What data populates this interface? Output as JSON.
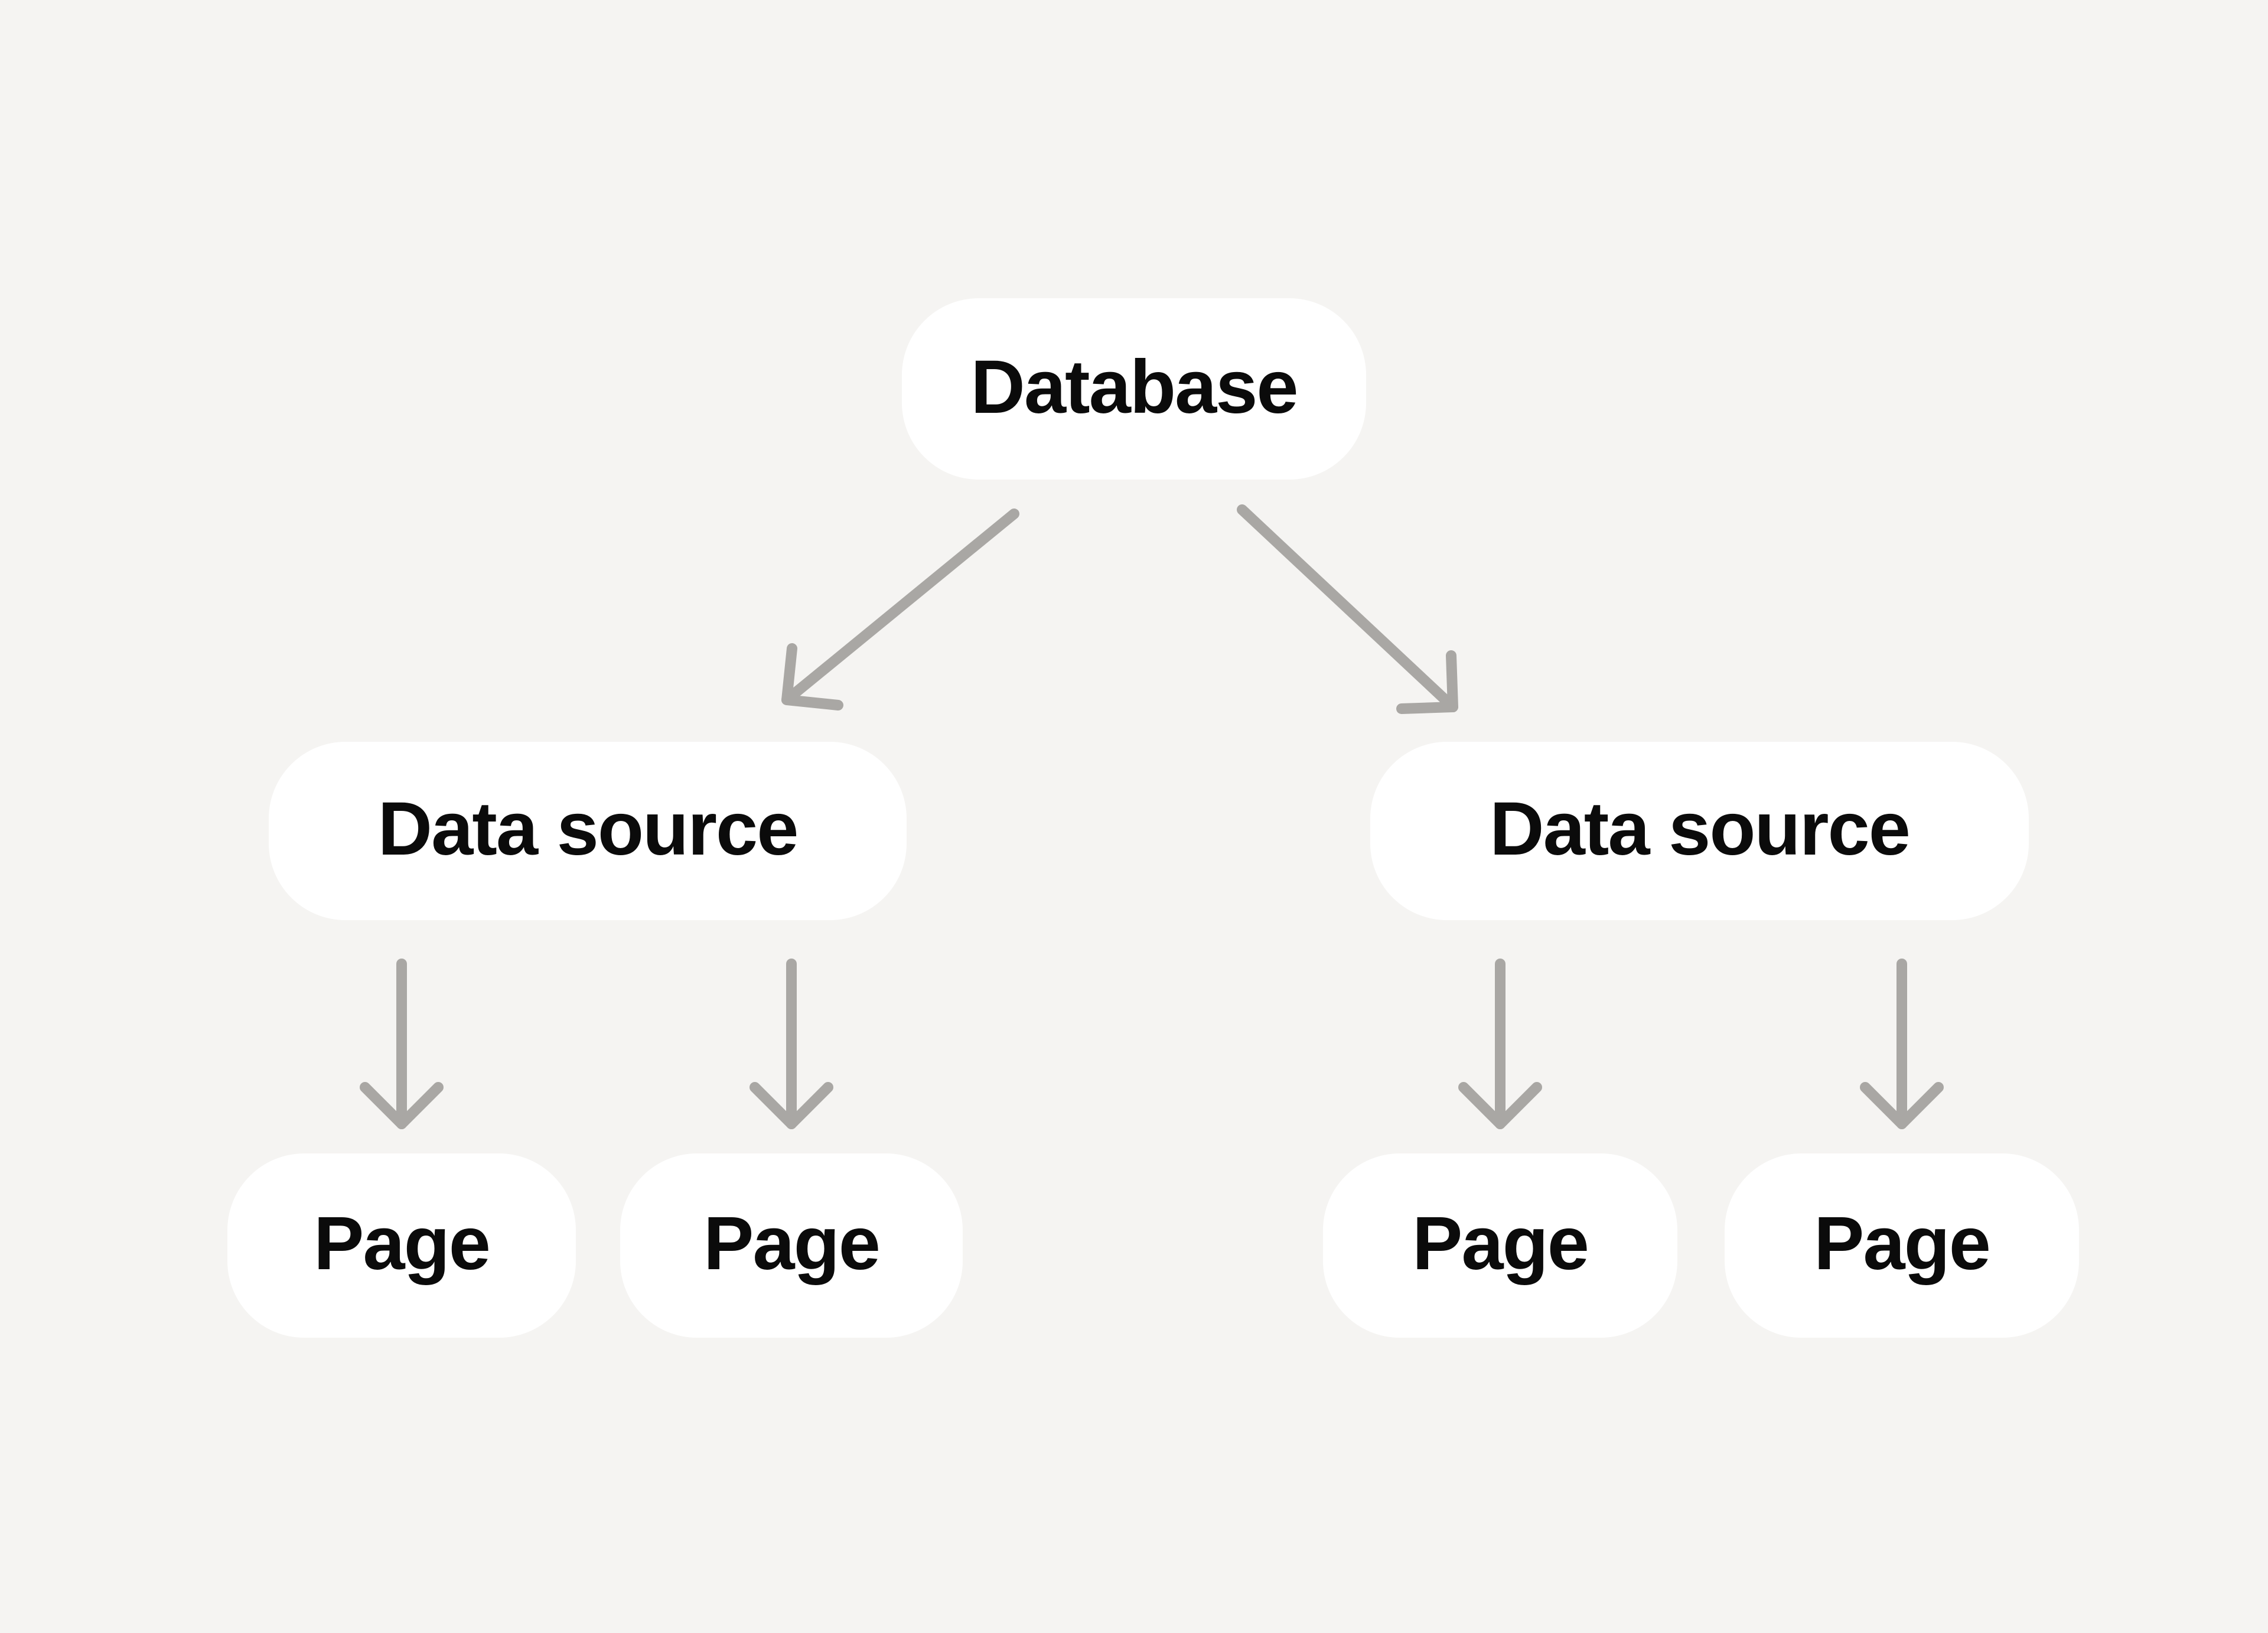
{
  "diagram": {
    "type": "tree",
    "nodes": [
      {
        "id": "database",
        "label": "Database",
        "level": 0
      },
      {
        "id": "datasource-left",
        "label": "Data source",
        "level": 1
      },
      {
        "id": "datasource-right",
        "label": "Data source",
        "level": 1
      },
      {
        "id": "page-1",
        "label": "Page",
        "level": 2
      },
      {
        "id": "page-2",
        "label": "Page",
        "level": 2
      },
      {
        "id": "page-3",
        "label": "Page",
        "level": 2
      },
      {
        "id": "page-4",
        "label": "Page",
        "level": 2
      }
    ],
    "edges": [
      {
        "from": "database",
        "to": "datasource-left"
      },
      {
        "from": "database",
        "to": "datasource-right"
      },
      {
        "from": "datasource-left",
        "to": "page-1"
      },
      {
        "from": "datasource-left",
        "to": "page-2"
      },
      {
        "from": "datasource-right",
        "to": "page-3"
      },
      {
        "from": "datasource-right",
        "to": "page-4"
      }
    ],
    "colors": {
      "background": "#F5F4F2",
      "node_fill": "#FFFFFF",
      "node_text": "#0B0B0B",
      "arrow": "#A9A7A4"
    }
  }
}
